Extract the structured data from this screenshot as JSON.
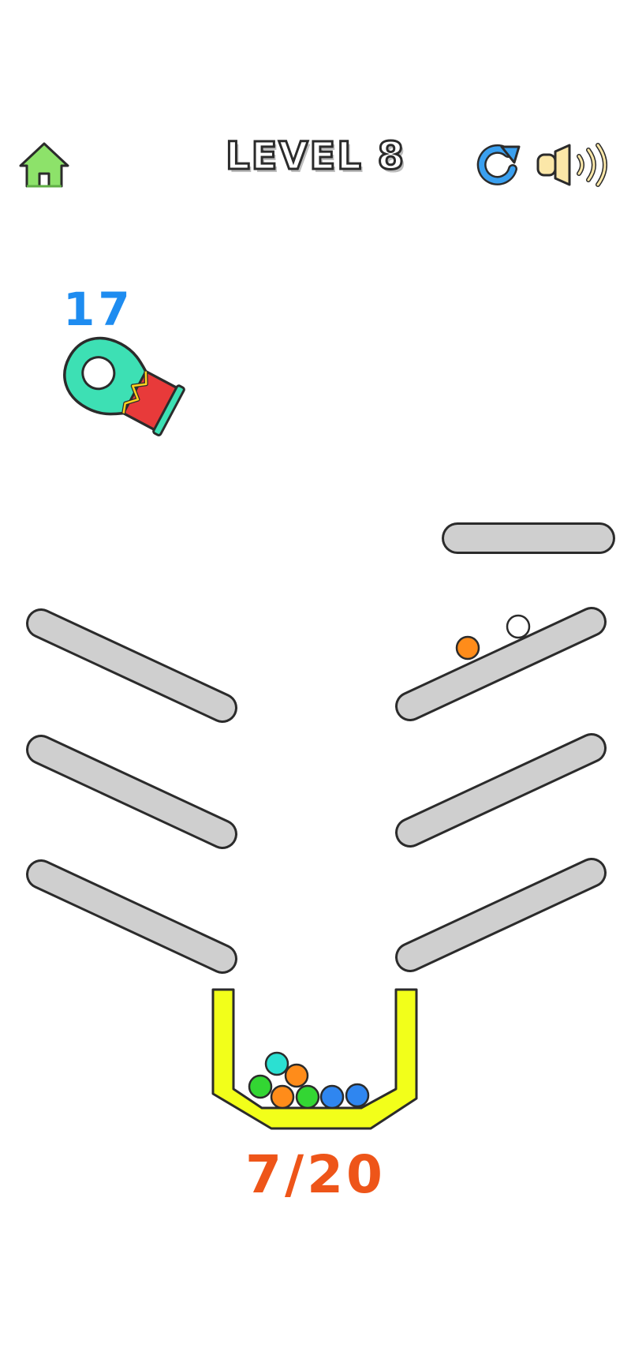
{
  "hud": {
    "level_label": "LEVEL 8",
    "home_icon": "home-icon",
    "restart_icon": "restart-icon",
    "sound_icon": "sound-on-icon"
  },
  "cannon": {
    "shots_remaining": "17",
    "icon": "ball-cannon-icon"
  },
  "goal": {
    "collected": 7,
    "target": 20,
    "label": "7/20"
  },
  "colors": {
    "home": "#8de26a",
    "restart": "#3aa0f0",
    "sound": "#fbe7a8",
    "ammo_text": "#1e8cf0",
    "progress_text": "#ee5519",
    "cannon_body": "#3de0b4",
    "cannon_band": "#e83a3a",
    "cannon_zigzag": "#ffd21e",
    "ramp_fill": "#cfcfcf",
    "bucket_fill": "#f2ff1a"
  },
  "balls": [
    {
      "color": "#ff8c1a",
      "where": "on-ramp"
    },
    {
      "color": "#ffffff",
      "where": "on-ramp"
    },
    {
      "color": "#2be0d2",
      "where": "bucket"
    },
    {
      "color": "#ff8c1a",
      "where": "bucket"
    },
    {
      "color": "#33d633",
      "where": "bucket"
    },
    {
      "color": "#ff8c1a",
      "where": "bucket"
    },
    {
      "color": "#33d633",
      "where": "bucket"
    },
    {
      "color": "#2f86f0",
      "where": "bucket"
    },
    {
      "color": "#2f86f0",
      "where": "bucket"
    }
  ]
}
